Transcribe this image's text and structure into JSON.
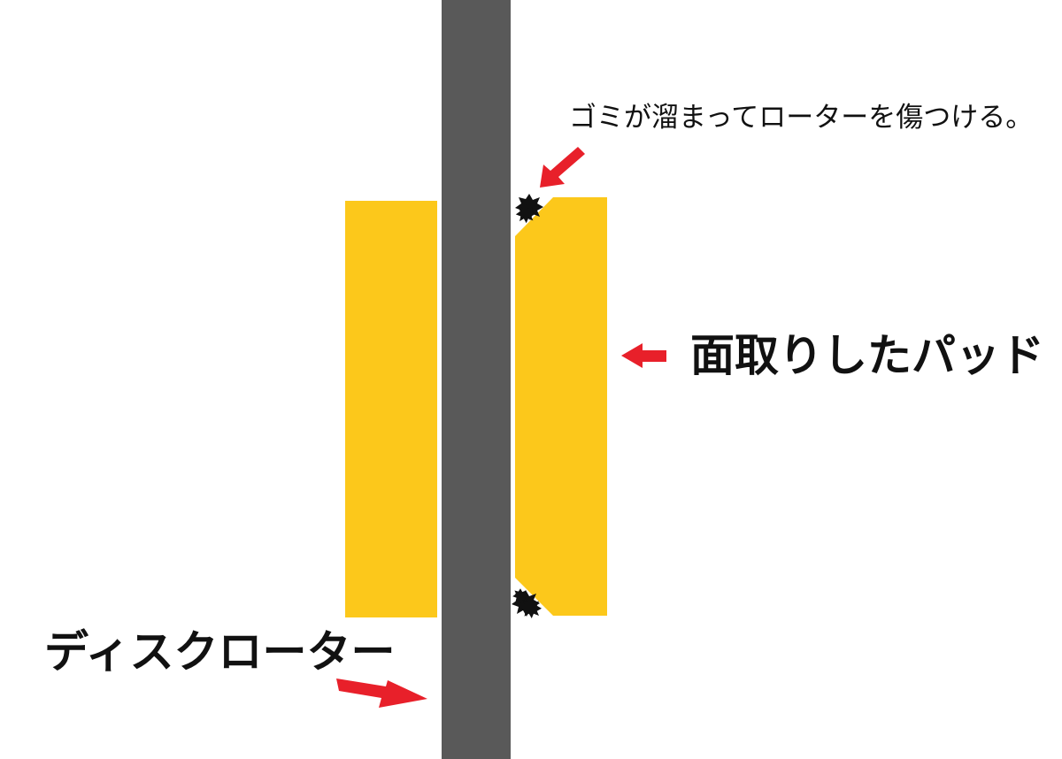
{
  "labels": {
    "debris": "ゴミが溜まってローターを傷つける。",
    "chamfered_pad": "面取りしたパッド",
    "disc_rotor": "ディスクローター"
  },
  "colors": {
    "rotor": "#595959",
    "pad": "#fcc81b",
    "arrow": "#e8202a",
    "debris": "#111111",
    "text": "#111111",
    "background": "#ffffff"
  },
  "icons": {
    "pointer_arrow": "red-arrow-icon",
    "debris": "debris-burst-icon"
  }
}
